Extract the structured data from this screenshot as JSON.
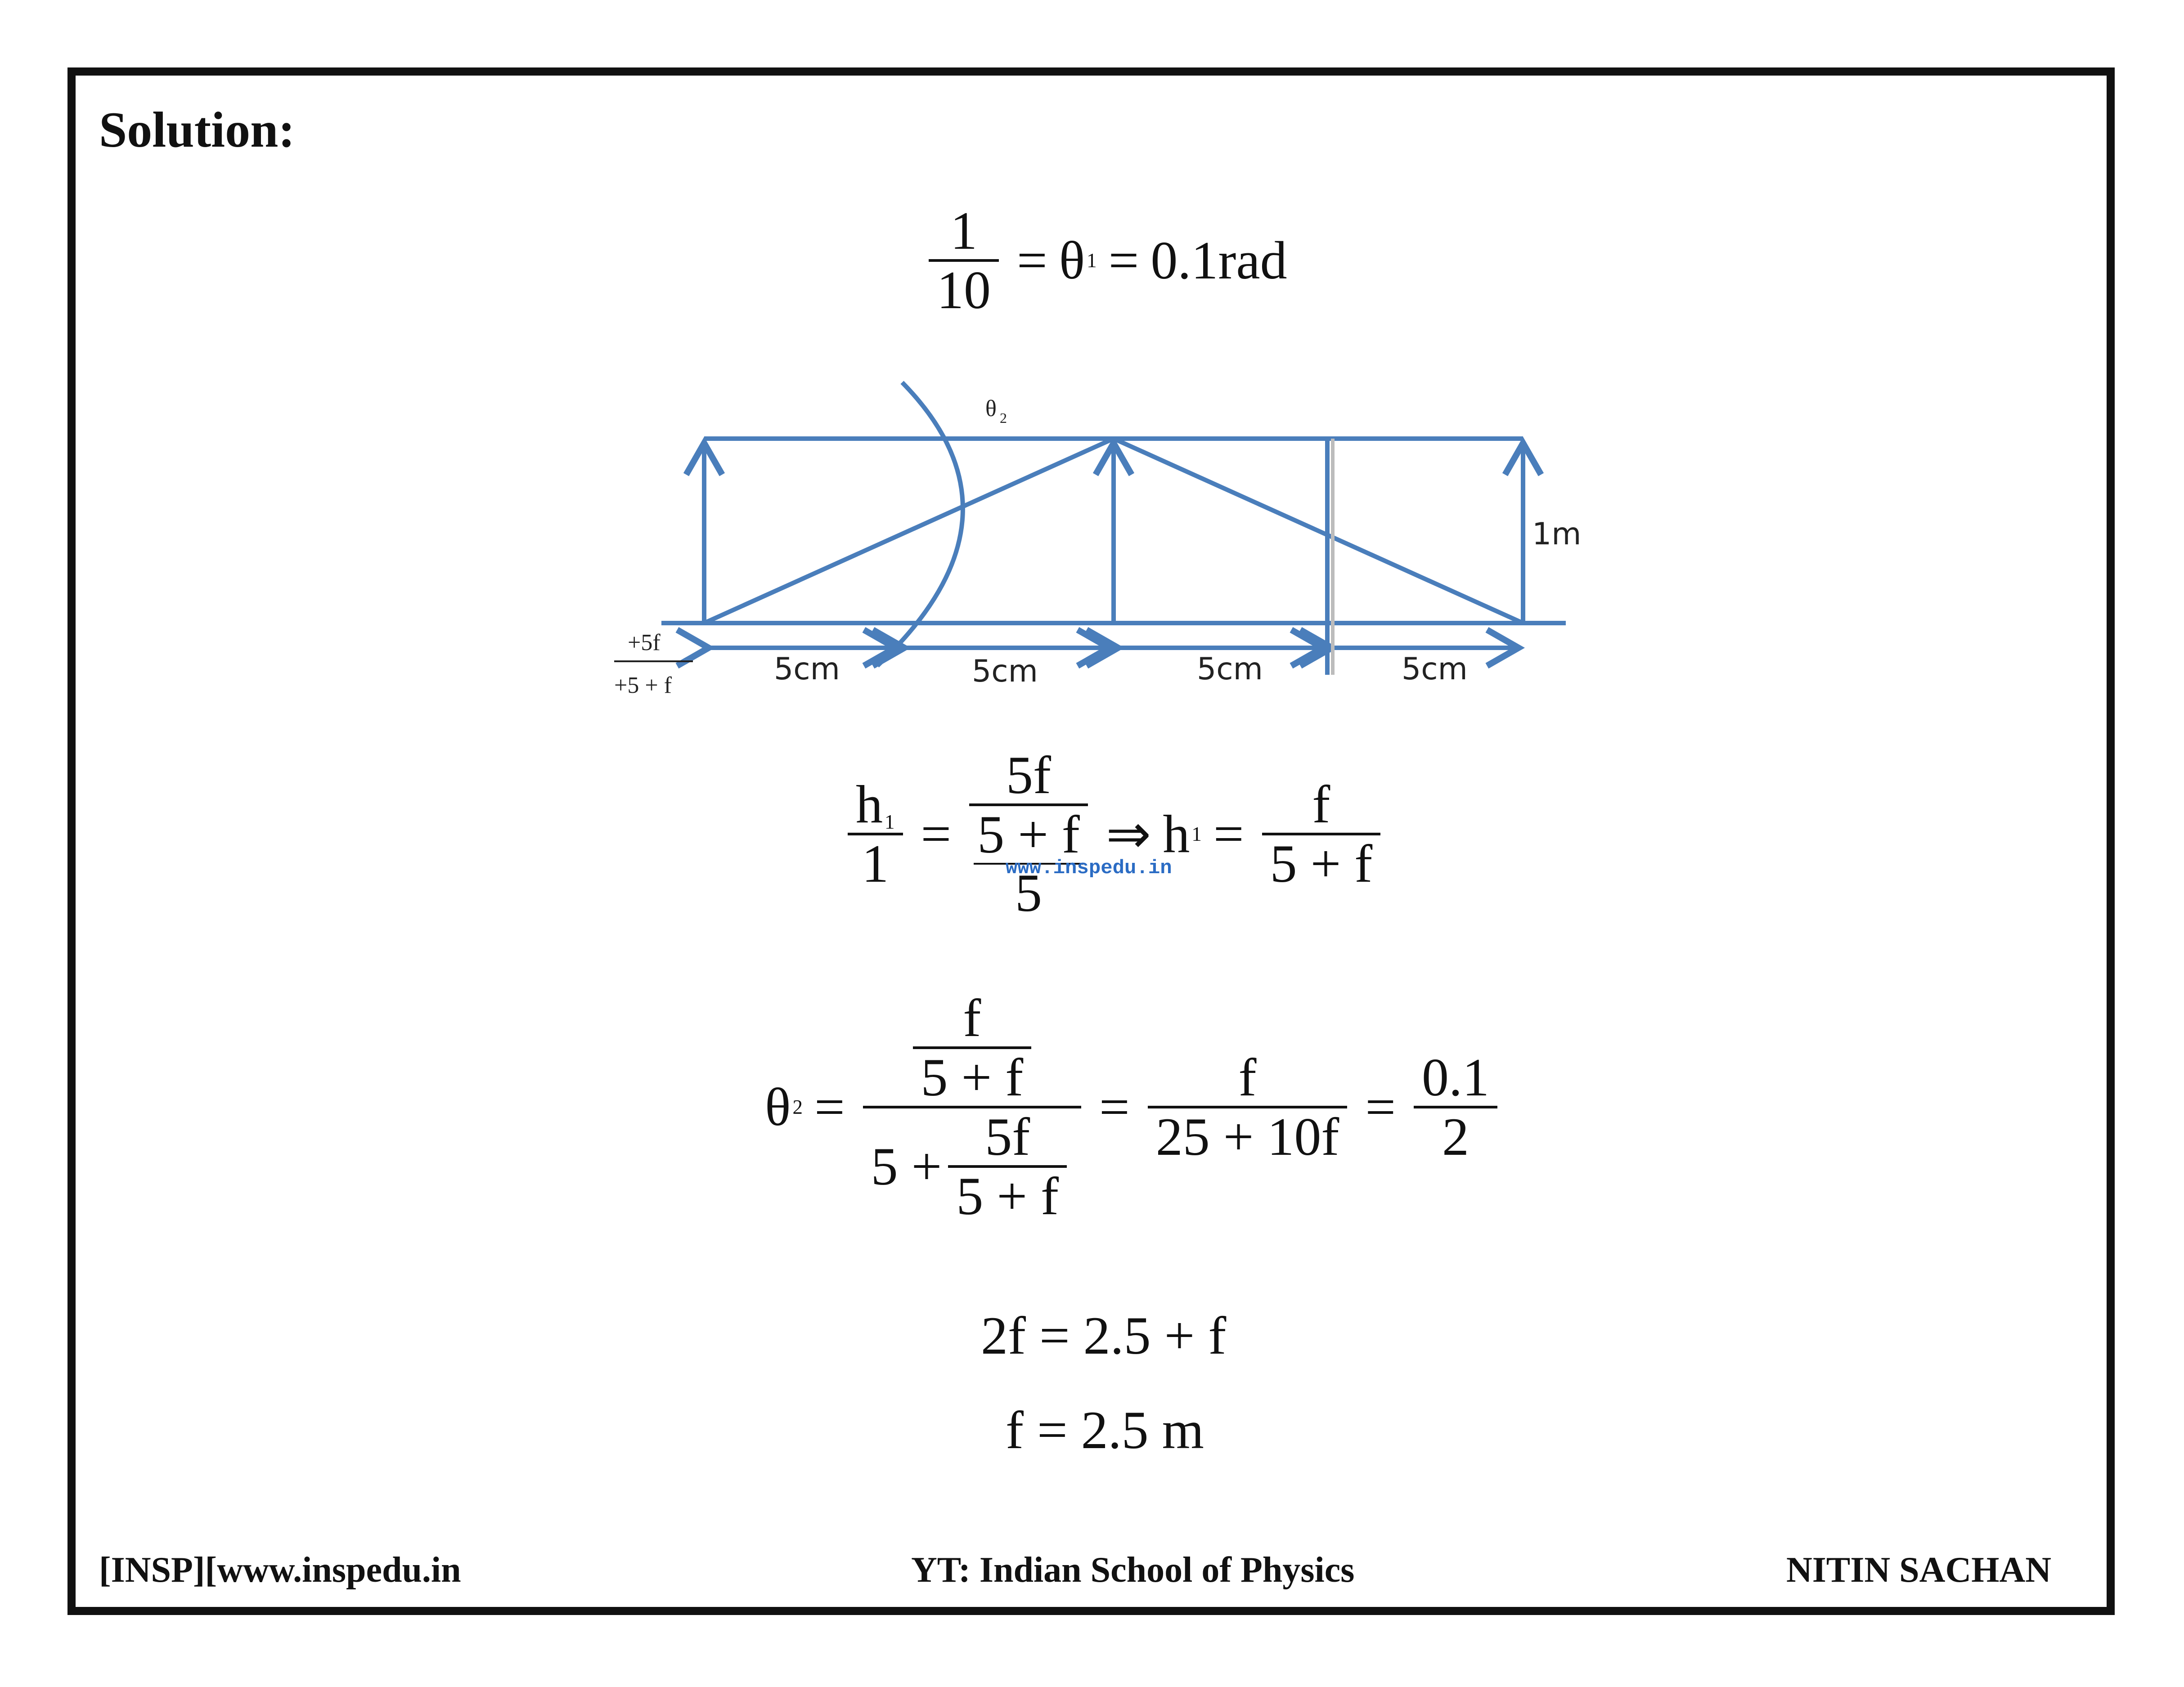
{
  "heading": "Solution:",
  "eq1": {
    "num": "1",
    "den": "10",
    "theta": "θ",
    "theta_sub": "1",
    "rhs": "0.1rad"
  },
  "diagram": {
    "theta_label": "θ",
    "theta_sub": "2",
    "height_label": "1m",
    "segments": [
      "5cm",
      "5cm",
      "5cm",
      "5cm"
    ],
    "left_frac_num": "+5f",
    "left_frac_den": "+5 + f",
    "line_color": "#4a7ebb"
  },
  "eq2": {
    "lhs_num": "h",
    "lhs_num_sub": "1",
    "lhs_den": "1",
    "mid_num": "5f",
    "mid_inner_den": "5 + f",
    "mid_den": "5",
    "arrow": "⇒",
    "h": "h",
    "h_sub": "1",
    "rhs_num": "f",
    "rhs_den": "5 + f"
  },
  "watermark": "www.inspedu.in",
  "eq3": {
    "theta": "θ",
    "theta_sub": "2",
    "top_num": "f",
    "top_den": "5 + f",
    "bottom_prefix": "5 +",
    "bottom_num": "5f",
    "bottom_den": "5 + f",
    "mid_num": "f",
    "mid_den": "25 + 10f",
    "rhs_num": "0.1",
    "rhs_den": "2"
  },
  "eq4": "2f = 2.5 + f",
  "eq5": "f = 2.5 m",
  "footer": {
    "left": "[INSP][www.inspedu.in",
    "center": "YT: Indian School of Physics",
    "right": "NITIN SACHAN"
  }
}
